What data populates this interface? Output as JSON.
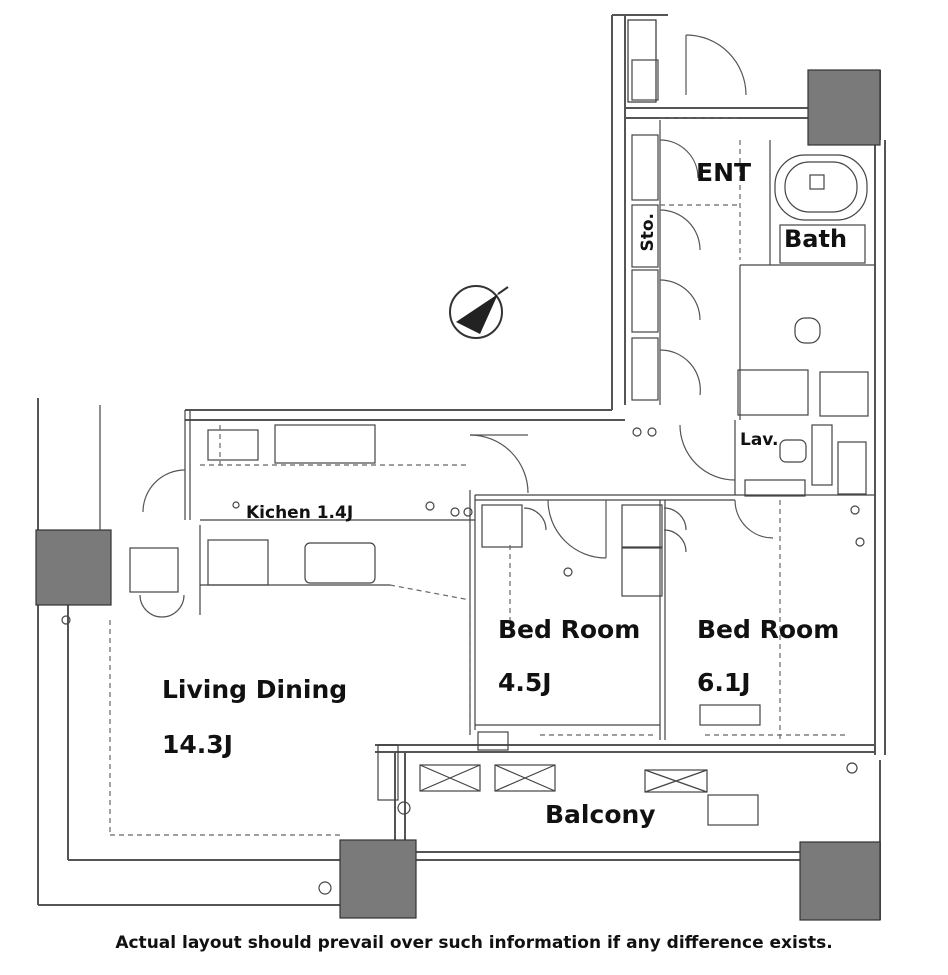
{
  "rooms": {
    "entrance": "ENT",
    "storage": "Sto.",
    "bath": "Bath",
    "lavatory": "Lav.",
    "kitchen": "Kichen 1.4J",
    "living_dining_name": "Living Dining",
    "living_dining_size": "14.3J",
    "bedroom_1_name": "Bed Room",
    "bedroom_1_size": "4.5J",
    "bedroom_2_name": "Bed Room",
    "bedroom_2_size": "6.1J",
    "balcony": "Balcony"
  },
  "disclaimer": "Actual layout should prevail over such information if any difference exists.",
  "icons": [
    "north-arrow-icon"
  ],
  "colors": {
    "wall": "#555555",
    "column": "#7a7a7a",
    "line": "#333333",
    "background": "#ffffff"
  }
}
